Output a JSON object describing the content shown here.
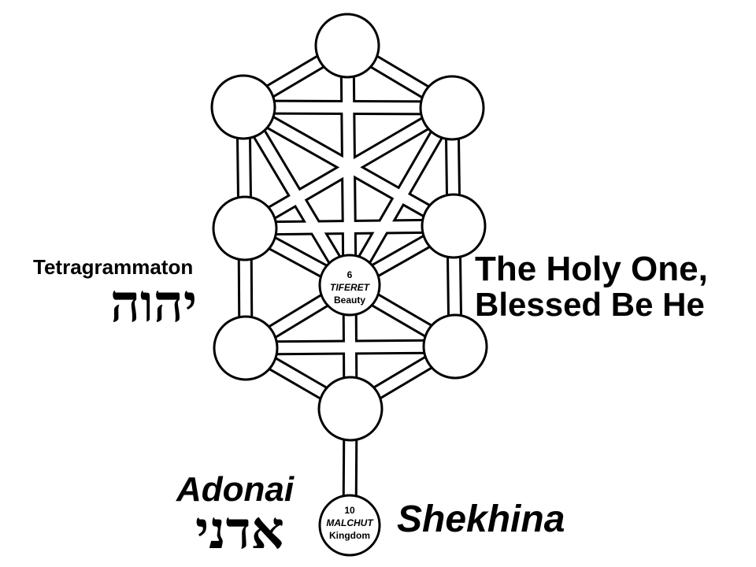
{
  "labels": {
    "tetragrammaton": "Tetragrammaton",
    "yhvh": "יהוה",
    "holy_one_line1": "The Holy One,",
    "holy_one_line2": "Blessed Be He",
    "adonai": "Adonai",
    "adny": "אדני",
    "shekhina": "Shekhina"
  },
  "sefirot": {
    "tiferet": {
      "number": "6",
      "hebrew": "TIFERET",
      "english": "Beauty"
    },
    "malchut": {
      "number": "10",
      "hebrew": "MALCHUT",
      "english": "Kingdom"
    }
  }
}
